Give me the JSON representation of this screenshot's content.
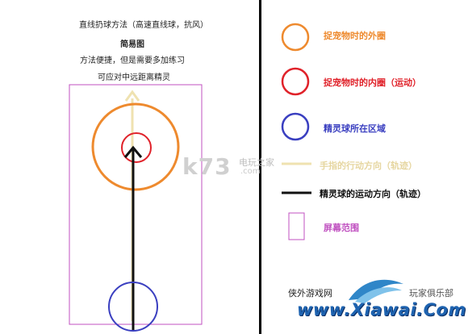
{
  "diagram": {
    "title": "直线扔球方法（高速直线球，抗风）",
    "subtitle": "简易图",
    "note_line1": "方法便捷，但是需要多加练习",
    "note_line2": "可应对中远距离精灵"
  },
  "legend": [
    {
      "label": "捉宠物时的外圈",
      "color": "#ee8a2e",
      "icon": "outer-circle-icon"
    },
    {
      "label": "捉宠物时的内圈（运动）",
      "color": "#e0222a",
      "icon": "inner-circle-icon"
    },
    {
      "label": "精灵球所在区域",
      "color": "#3a3fc0",
      "icon": "ball-area-circle-icon"
    },
    {
      "label": "手指的行动方向（轨迹）",
      "color": "#efe2b0",
      "icon": "finger-direction-line-icon"
    },
    {
      "label": "精灵球的运动方向（轨迹）",
      "color": "#111111",
      "icon": "ball-direction-line-icon"
    },
    {
      "label": "屏幕范围",
      "color": "#c050c0",
      "icon": "screen-range-rect-icon"
    }
  ],
  "watermarks": {
    "k73_logo": "k73",
    "k73_site": "电玩之家",
    "k73_domain": ".com",
    "xiawai_cn": "侠外游戏网",
    "xiawai_club": "玩家俱乐部",
    "xiawai_domain": "www.Xiawai.Com"
  }
}
